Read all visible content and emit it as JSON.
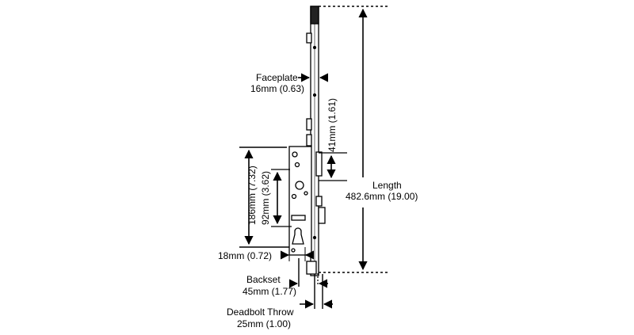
{
  "labels": {
    "faceplate_title": "Faceplate",
    "faceplate_value": "16mm (0.63)",
    "dim_41": "41mm (1.61)",
    "length_title": "Length",
    "length_value": "482.6mm (19.00)",
    "dim_186": "186mm (7.32)",
    "dim_92": "92mm (3.62)",
    "dim_18": "18mm (0.72)",
    "backset_title": "Backset",
    "backset_value": "45mm (1.77)",
    "deadbolt_title": "Deadbolt Throw",
    "deadbolt_value": "25mm (1.00)"
  },
  "colors": {
    "line": "#000000",
    "background": "#ffffff"
  }
}
